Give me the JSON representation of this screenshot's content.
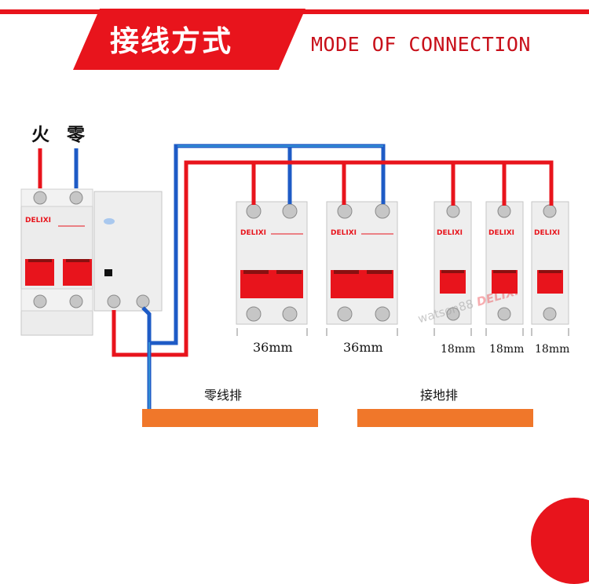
{
  "header": {
    "title_cn": "接线方式",
    "title_en": "MODE OF CONNECTION"
  },
  "inputs": {
    "live": "火",
    "neutral": "零"
  },
  "brand": "DELIXI",
  "breaker_widths": [
    "36mm",
    "36mm",
    "18mm",
    "18mm",
    "18mm"
  ],
  "bars": {
    "neutral": "零线排",
    "ground": "接地排"
  },
  "watermark": {
    "user": "watson88",
    "brand": "DELIXI"
  },
  "colors": {
    "accent": "#e8141c",
    "live_wire": "#e8141c",
    "neutral_wire": "#1e5bc6",
    "bar": "#f0772a",
    "pe_wire": "#3aa0d8"
  }
}
